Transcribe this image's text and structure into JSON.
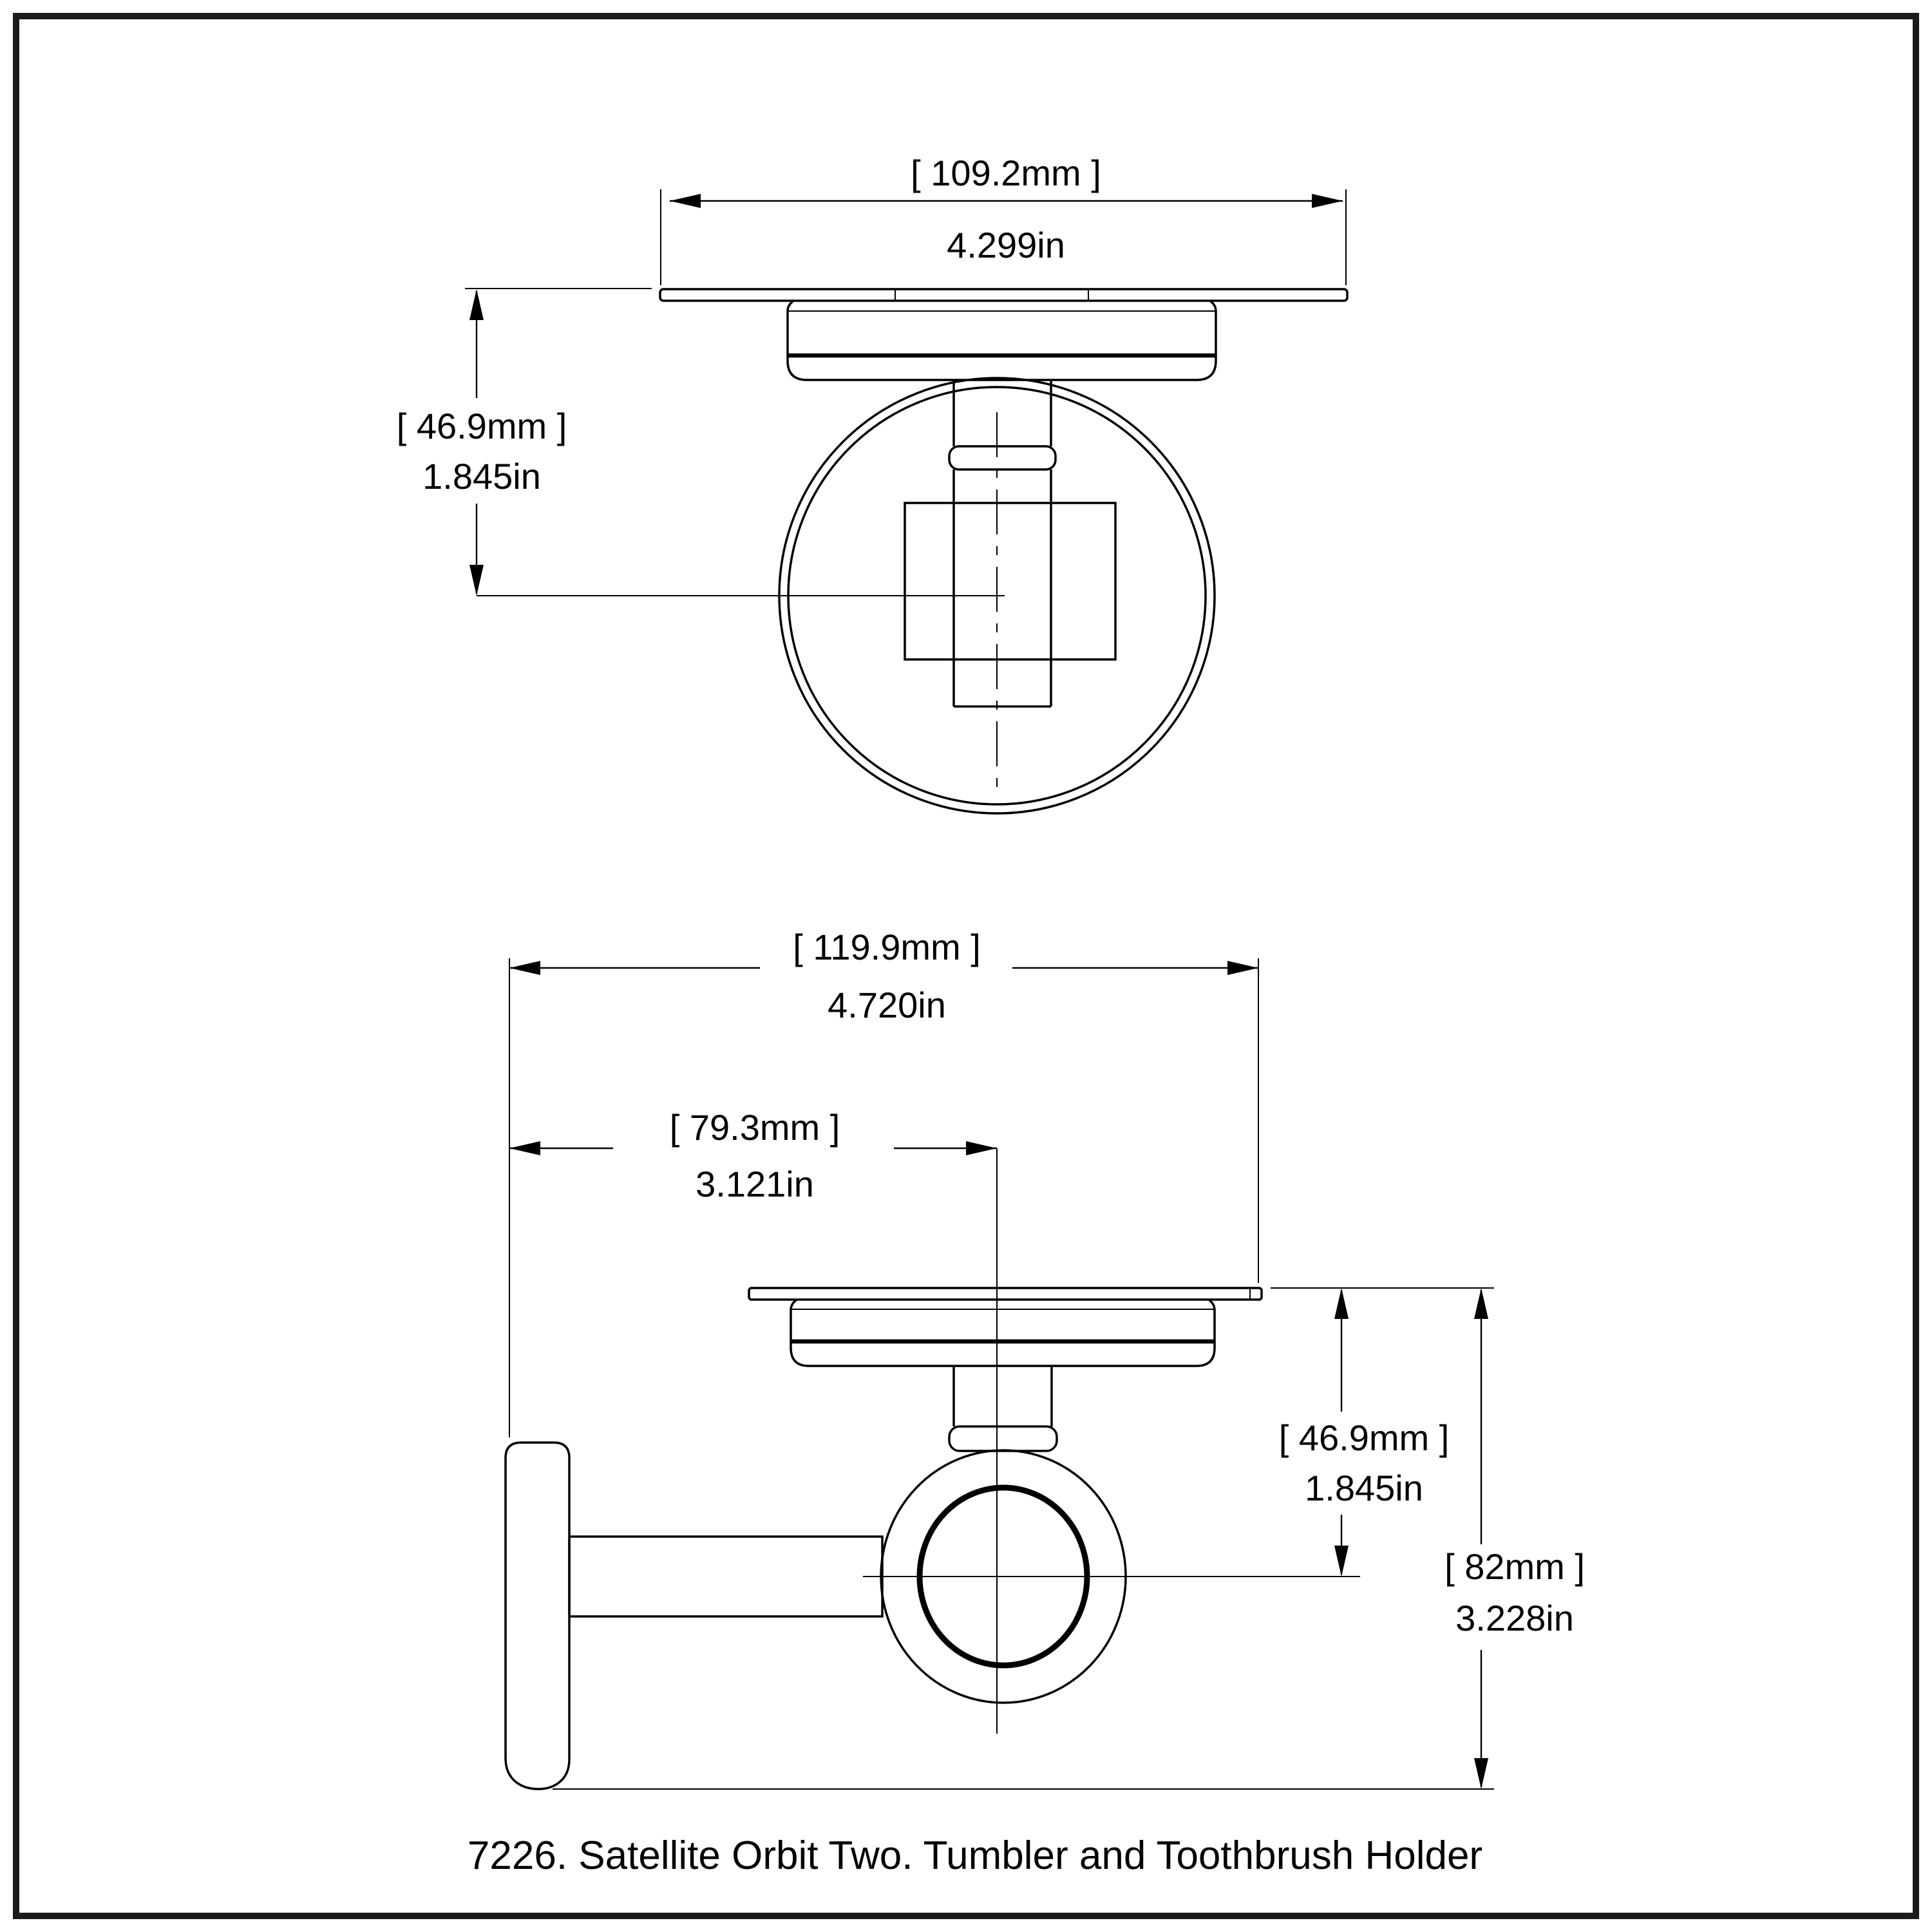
{
  "caption": "7226. Satellite Orbit Two. Tumbler and Toothbrush Holder",
  "colors": {
    "line": "#000000",
    "background": "#ffffff",
    "border": "#1a1a1a"
  },
  "front_view": {
    "label": "front view (top drawing)",
    "width_dim": {
      "mm": "[ 109.2mm ]",
      "in": "4.299in"
    },
    "height_dim": {
      "mm": "[ 46.9mm ]",
      "in": "1.845in"
    }
  },
  "side_view": {
    "label": "side view (bottom drawing)",
    "overall_width_dim": {
      "mm": "[ 119.9mm ]",
      "in": "4.720in"
    },
    "projection_dim": {
      "mm": "[ 79.3mm ]",
      "in": "3.121in"
    },
    "drop_dim": {
      "mm": "[ 46.9mm ]",
      "in": "1.845in"
    },
    "overall_height_dim": {
      "mm": "[ 82mm ]",
      "in": "3.228in"
    }
  }
}
